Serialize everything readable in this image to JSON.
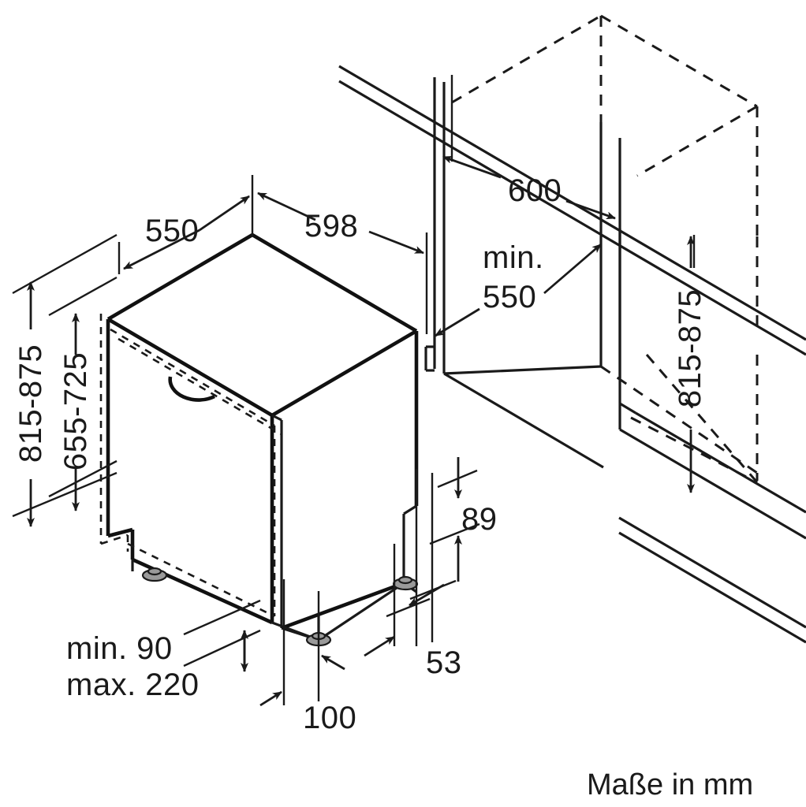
{
  "drawing": {
    "title": "Dishwasher built-in installation dimensions",
    "caption": "Maße in mm",
    "units": "mm",
    "line_color": "#1a1a1a",
    "background": "#ffffff"
  },
  "dimensions": {
    "depth_top": "550",
    "width_top": "598",
    "niche_width": "600",
    "niche_depth_label": "min.",
    "niche_depth_value": "550",
    "height_range_left_outer": "815-875",
    "height_range_left_inner": "655-725",
    "height_range_right": "815-875",
    "plinth_height": "89",
    "plinth_depth": "53",
    "base_recess": "100",
    "toe_min_label": "min. 90",
    "toe_max_label": "max. 220"
  },
  "labels": [
    {
      "id": "depth-550",
      "text": "550"
    },
    {
      "id": "width-598",
      "text": "598"
    },
    {
      "id": "niche-600",
      "text": "600"
    },
    {
      "id": "niche-min",
      "text": "min."
    },
    {
      "id": "niche-550",
      "text": "550"
    },
    {
      "id": "height-left-outer",
      "text": "815-875"
    },
    {
      "id": "height-left-inner",
      "text": "655-725"
    },
    {
      "id": "height-right",
      "text": "815-875"
    },
    {
      "id": "plinth-89",
      "text": "89"
    },
    {
      "id": "plinth-53",
      "text": "53"
    },
    {
      "id": "toe-min-90",
      "text": "min. 90"
    },
    {
      "id": "toe-max-220",
      "text": "max. 220"
    },
    {
      "id": "base-100",
      "text": "100"
    },
    {
      "id": "caption",
      "text": "Maße in mm"
    }
  ]
}
